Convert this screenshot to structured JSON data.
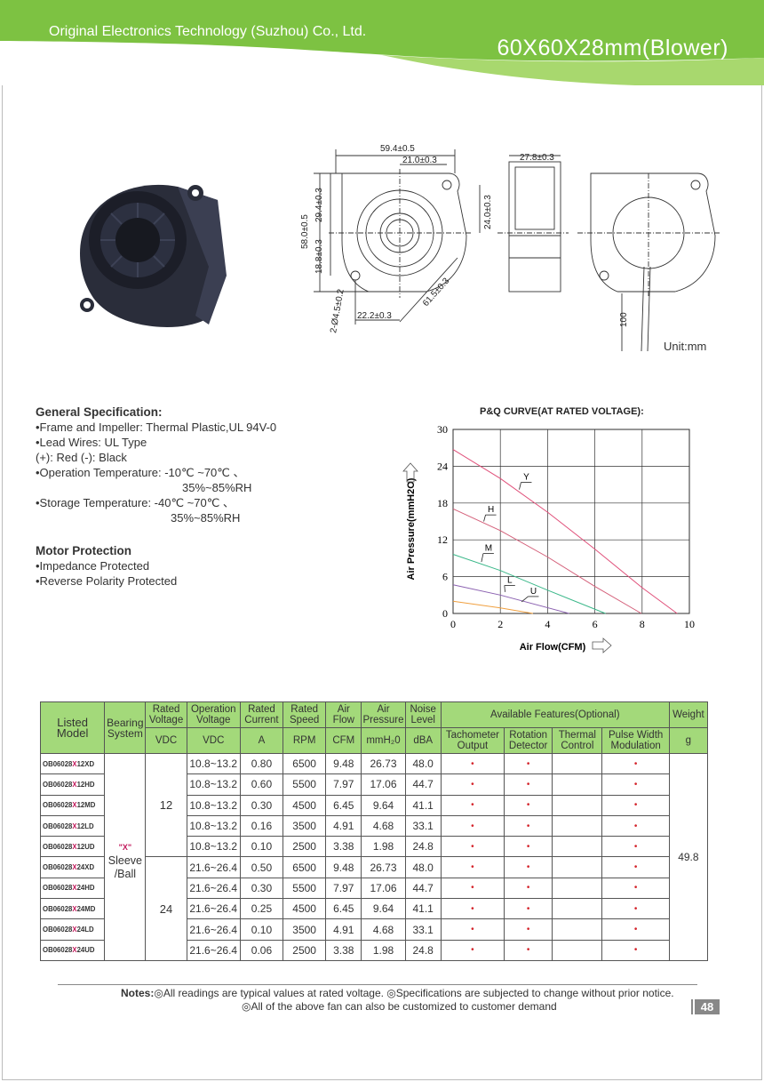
{
  "header": {
    "company": "Original Electronics Technology (Suzhou) Co., Ltd.",
    "title": "60X60X28mm(Blower)"
  },
  "drawing": {
    "dims": [
      "59.4±0.5",
      "21.0±0.3",
      "27.8±0.3",
      "58.0±0.5",
      "29.4±0.3",
      "18.8±0.3",
      "24.0±0.3",
      "61.5±0.3",
      "2-Ø4.5±0.2",
      "22.2±0.3",
      "100"
    ],
    "unit": "Unit:mm"
  },
  "spec": {
    "general_title": "General Specification:",
    "lines": [
      "•Frame and Impeller: Thermal Plastic,UL 94V-0",
      "•Lead Wires: UL Type",
      "(+): Red   (-): Black",
      "•Operation Temperature: -10℃ ~70℃ 、",
      "35%~85%RH",
      "•Storage  Temperature: -40℃ ~70℃ 、",
      "35%~85%RH"
    ],
    "motor_title": "Motor  Protection",
    "motor_lines": [
      "•Impedance  Protected",
      "•Reverse Polarity Protected"
    ]
  },
  "chart_data": {
    "type": "line",
    "title": "P&Q CURVE(AT RATED VOLTAGE):",
    "xlabel": "Air Flow(CFM)",
    "ylabel": "Air Pressure(mmH2O)",
    "xlim": [
      0,
      10
    ],
    "ylim": [
      0,
      30
    ],
    "xticks": [
      0,
      2,
      4,
      6,
      8,
      10
    ],
    "yticks": [
      0,
      6,
      12,
      18,
      24,
      30
    ],
    "grid": true,
    "series": [
      {
        "name": "Y",
        "color": "#e0507a",
        "x": [
          0,
          2,
          4,
          6,
          8,
          9.48
        ],
        "y": [
          26.73,
          22.0,
          16.5,
          10.5,
          4.2,
          0
        ]
      },
      {
        "name": "H",
        "color": "#d4607a",
        "x": [
          0,
          2,
          4,
          6,
          7.97
        ],
        "y": [
          17.06,
          13.5,
          9.2,
          4.4,
          0
        ]
      },
      {
        "name": "M",
        "color": "#3cb88a",
        "x": [
          0,
          2,
          4,
          6.45
        ],
        "y": [
          9.64,
          7.0,
          3.8,
          0
        ]
      },
      {
        "name": "L",
        "color": "#8a60b0",
        "x": [
          0,
          2,
          4.91
        ],
        "y": [
          4.68,
          3.0,
          0
        ]
      },
      {
        "name": "U",
        "color": "#f0a040",
        "x": [
          0,
          2,
          3.38
        ],
        "y": [
          1.98,
          0.9,
          0
        ]
      }
    ]
  },
  "table": {
    "headers": {
      "listed_model": "Listed Model",
      "bearing": "Bearing System",
      "rated_voltage": "Rated Voltage",
      "operation_voltage": "Operation Voltage",
      "rated_current": "Rated Current",
      "rated_speed": "Rated Speed",
      "air_flow": "Air Flow",
      "air_pressure": "Air Pressure",
      "noise": "Noise Level",
      "features": "Available Features(Optional)",
      "weight": "Weight"
    },
    "units": {
      "rated_voltage": "VDC",
      "operation_voltage": "VDC",
      "rated_current": "A",
      "rated_speed": "RPM",
      "air_flow": "CFM",
      "air_pressure": "mmH₂0",
      "noise": "dBA",
      "weight": "g"
    },
    "features": [
      "Tachometer Output",
      "Rotation Detector",
      "Thermal Control",
      "Pulse Width Modulation"
    ],
    "bearing_x": "\"X\"",
    "bearing_value": "Sleeve /Ball",
    "voltage_groups": [
      "12",
      "24"
    ],
    "weight_value": "49.8",
    "rows": [
      {
        "pre": "OB06028",
        "x": "X",
        "post": "12XD",
        "op": "10.8~13.2",
        "cur": "0.80",
        "rpm": "6500",
        "cfm": "9.48",
        "p": "26.73",
        "dba": "48.0"
      },
      {
        "pre": "OB06028",
        "x": "X",
        "post": "12HD",
        "op": "10.8~13.2",
        "cur": "0.60",
        "rpm": "5500",
        "cfm": "7.97",
        "p": "17.06",
        "dba": "44.7"
      },
      {
        "pre": "OB06028",
        "x": "X",
        "post": "12MD",
        "op": "10.8~13.2",
        "cur": "0.30",
        "rpm": "4500",
        "cfm": "6.45",
        "p": "9.64",
        "dba": "41.1"
      },
      {
        "pre": "OB06028",
        "x": "X",
        "post": "12LD",
        "op": "10.8~13.2",
        "cur": "0.16",
        "rpm": "3500",
        "cfm": "4.91",
        "p": "4.68",
        "dba": "33.1"
      },
      {
        "pre": "OB06028",
        "x": "X",
        "post": "12UD",
        "op": "10.8~13.2",
        "cur": "0.10",
        "rpm": "2500",
        "cfm": "3.38",
        "p": "1.98",
        "dba": "24.8"
      },
      {
        "pre": "OB06028",
        "x": "X",
        "post": "24XD",
        "op": "21.6~26.4",
        "cur": "0.50",
        "rpm": "6500",
        "cfm": "9.48",
        "p": "26.73",
        "dba": "48.0"
      },
      {
        "pre": "OB06028",
        "x": "X",
        "post": "24HD",
        "op": "21.6~26.4",
        "cur": "0.30",
        "rpm": "5500",
        "cfm": "7.97",
        "p": "17.06",
        "dba": "44.7"
      },
      {
        "pre": "OB06028",
        "x": "X",
        "post": "24MD",
        "op": "21.6~26.4",
        "cur": "0.25",
        "rpm": "4500",
        "cfm": "6.45",
        "p": "9.64",
        "dba": "41.1"
      },
      {
        "pre": "OB06028",
        "x": "X",
        "post": "24LD",
        "op": "21.6~26.4",
        "cur": "0.10",
        "rpm": "3500",
        "cfm": "4.91",
        "p": "4.68",
        "dba": "33.1"
      },
      {
        "pre": "OB06028",
        "x": "X",
        "post": "24UD",
        "op": "21.6~26.4",
        "cur": "0.06",
        "rpm": "2500",
        "cfm": "3.38",
        "p": "1.98",
        "dba": "24.8"
      }
    ],
    "feature_mark": "•"
  },
  "notes": {
    "label": "Notes:",
    "line1": "◎All readings are typical values at rated voltage.    ◎Specifications are subjected to change without prior notice.",
    "line2": "◎All of the above fan can also be customized to customer demand"
  },
  "page_number": "48"
}
